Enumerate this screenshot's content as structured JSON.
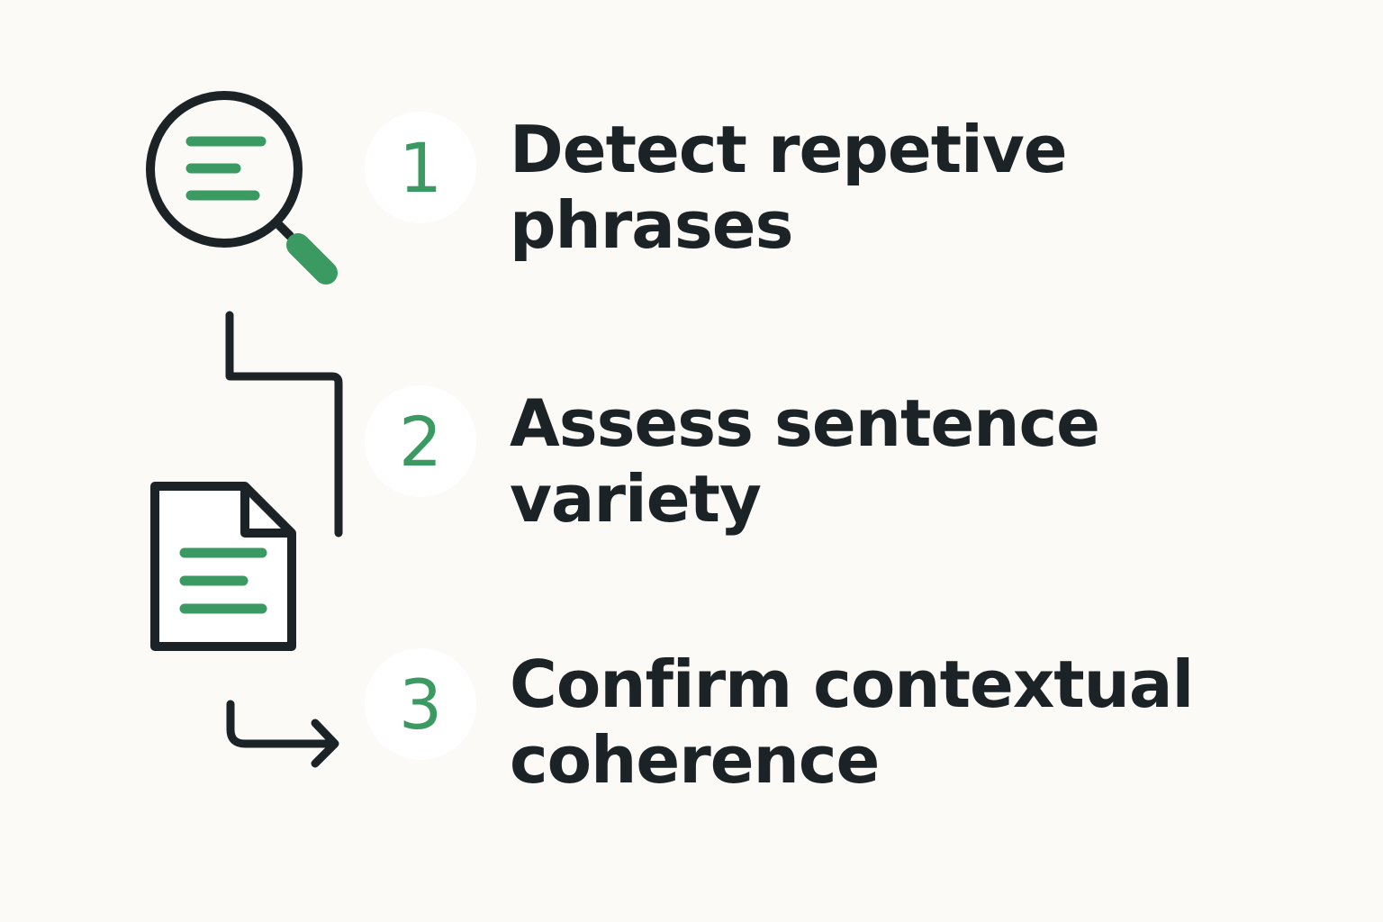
{
  "colors": {
    "background": "#fbfaf6",
    "accent_green": "#3a9a62",
    "ink": "#1c2326",
    "badge_fill": "#ffffff"
  },
  "icons": {
    "search": "magnifier-with-text-lines-icon",
    "document": "document-with-text-lines-icon",
    "connector": "elbow-connector-line",
    "arrow": "return-arrow-icon"
  },
  "steps": [
    {
      "number": "1",
      "title_line1": "Detect repetive",
      "title_line2": "phrases"
    },
    {
      "number": "2",
      "title_line1": "Assess sentence",
      "title_line2": "variety"
    },
    {
      "number": "3",
      "title_line1": "Confirm contextual",
      "title_line2": "coherence"
    }
  ]
}
